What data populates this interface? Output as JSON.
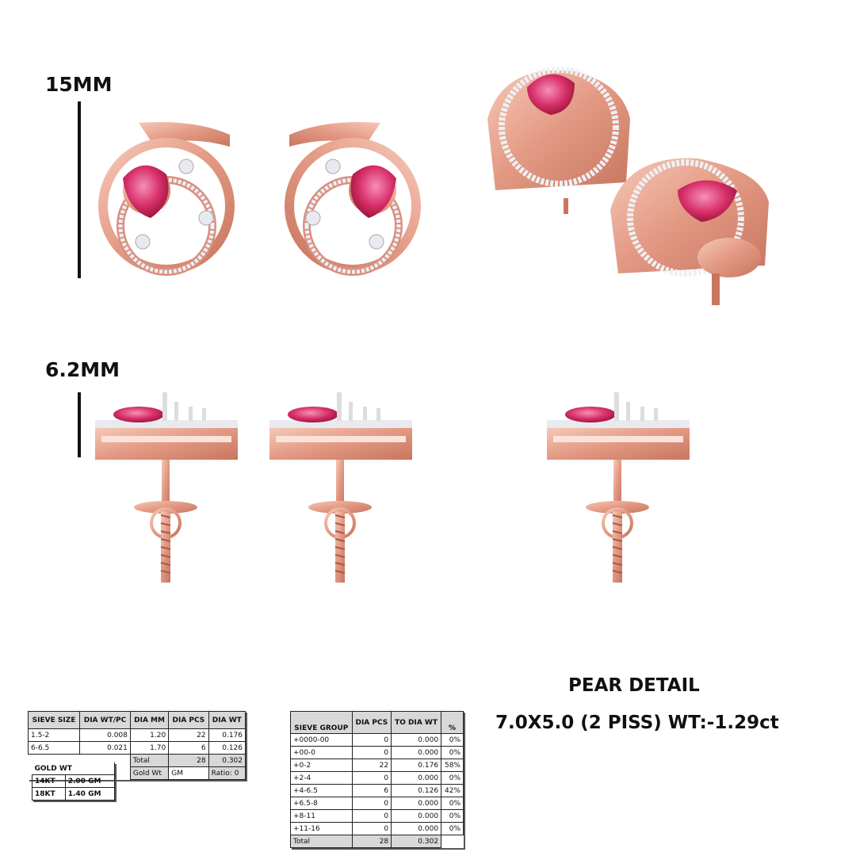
{
  "dimensions": {
    "height_label": "15MM",
    "depth_label": "6.2MM"
  },
  "pear_detail": {
    "title": "PEAR DETAIL",
    "spec": "7.0X5.0 (2 PISS) WT:-1.29ct"
  },
  "sieve_table": {
    "headers": [
      "SIEVE SIZE",
      "DIA WT/PC",
      "DIA MM",
      "DIA PCS",
      "DIA WT"
    ],
    "rows": [
      [
        "1.5-2",
        "0.008",
        "1.20",
        "22",
        "0.176"
      ],
      [
        "6-6.5",
        "0.021",
        "1.70",
        "6",
        "0.126"
      ]
    ],
    "total_label": "Total",
    "total_pcs": "28",
    "total_wt": "0.302",
    "gold_wt_label": "Gold Wt",
    "gold_unit": "GM",
    "ratio": "Ratio: 0"
  },
  "gold_table": {
    "title": "GOLD WT",
    "rows": [
      [
        "14KT",
        "2.00 GM"
      ],
      [
        "18KT",
        "1.40 GM"
      ]
    ]
  },
  "group_table": {
    "headers": [
      "SIEVE GROUP",
      "DIA PCS",
      "TO DIA WT",
      "%"
    ],
    "rows": [
      [
        "+0000-00",
        "0",
        "0.000",
        "0%"
      ],
      [
        "+00-0",
        "0",
        "0.000",
        "0%"
      ],
      [
        "+0-2",
        "22",
        "0.176",
        "58%"
      ],
      [
        "+2-4",
        "0",
        "0.000",
        "0%"
      ],
      [
        "+4-6.5",
        "6",
        "0.126",
        "42%"
      ],
      [
        "+6.5-8",
        "0",
        "0.000",
        "0%"
      ],
      [
        "+8-11",
        "0",
        "0.000",
        "0%"
      ],
      [
        "+11-16",
        "0",
        "0.000",
        "0%"
      ]
    ],
    "total_label": "Total",
    "total_pcs": "28",
    "total_wt": "0.302"
  },
  "colors": {
    "rose_gold": "#e9a28e",
    "ruby": "#d8306a",
    "diamond": "#e8eaf0"
  }
}
